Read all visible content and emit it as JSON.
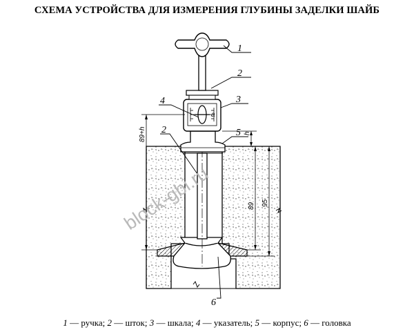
{
  "title": "СХЕМА УСТРОЙСТВА ДЛЯ ИЗМЕРЕНИЯ ГЛУБИНЫ ЗАДЕЛКИ ШАЙБ",
  "callouts": [
    "1",
    "2",
    "2",
    "3",
    "4",
    "5",
    "6"
  ],
  "dimensions": {
    "left": "89+h",
    "h": "h",
    "d89": "89",
    "d95": "95",
    "scale_mark": "a"
  },
  "watermark": "block-gbi.ru",
  "legend": [
    {
      "num": "1",
      "text": "ручка;"
    },
    {
      "num": "2",
      "text": "шток;"
    },
    {
      "num": "3",
      "text": "шкала;"
    },
    {
      "num": "4",
      "text": "указатель;"
    },
    {
      "num": "5",
      "text": "корпус;"
    },
    {
      "num": "6",
      "text": "головка"
    }
  ],
  "legend_dash": "—"
}
